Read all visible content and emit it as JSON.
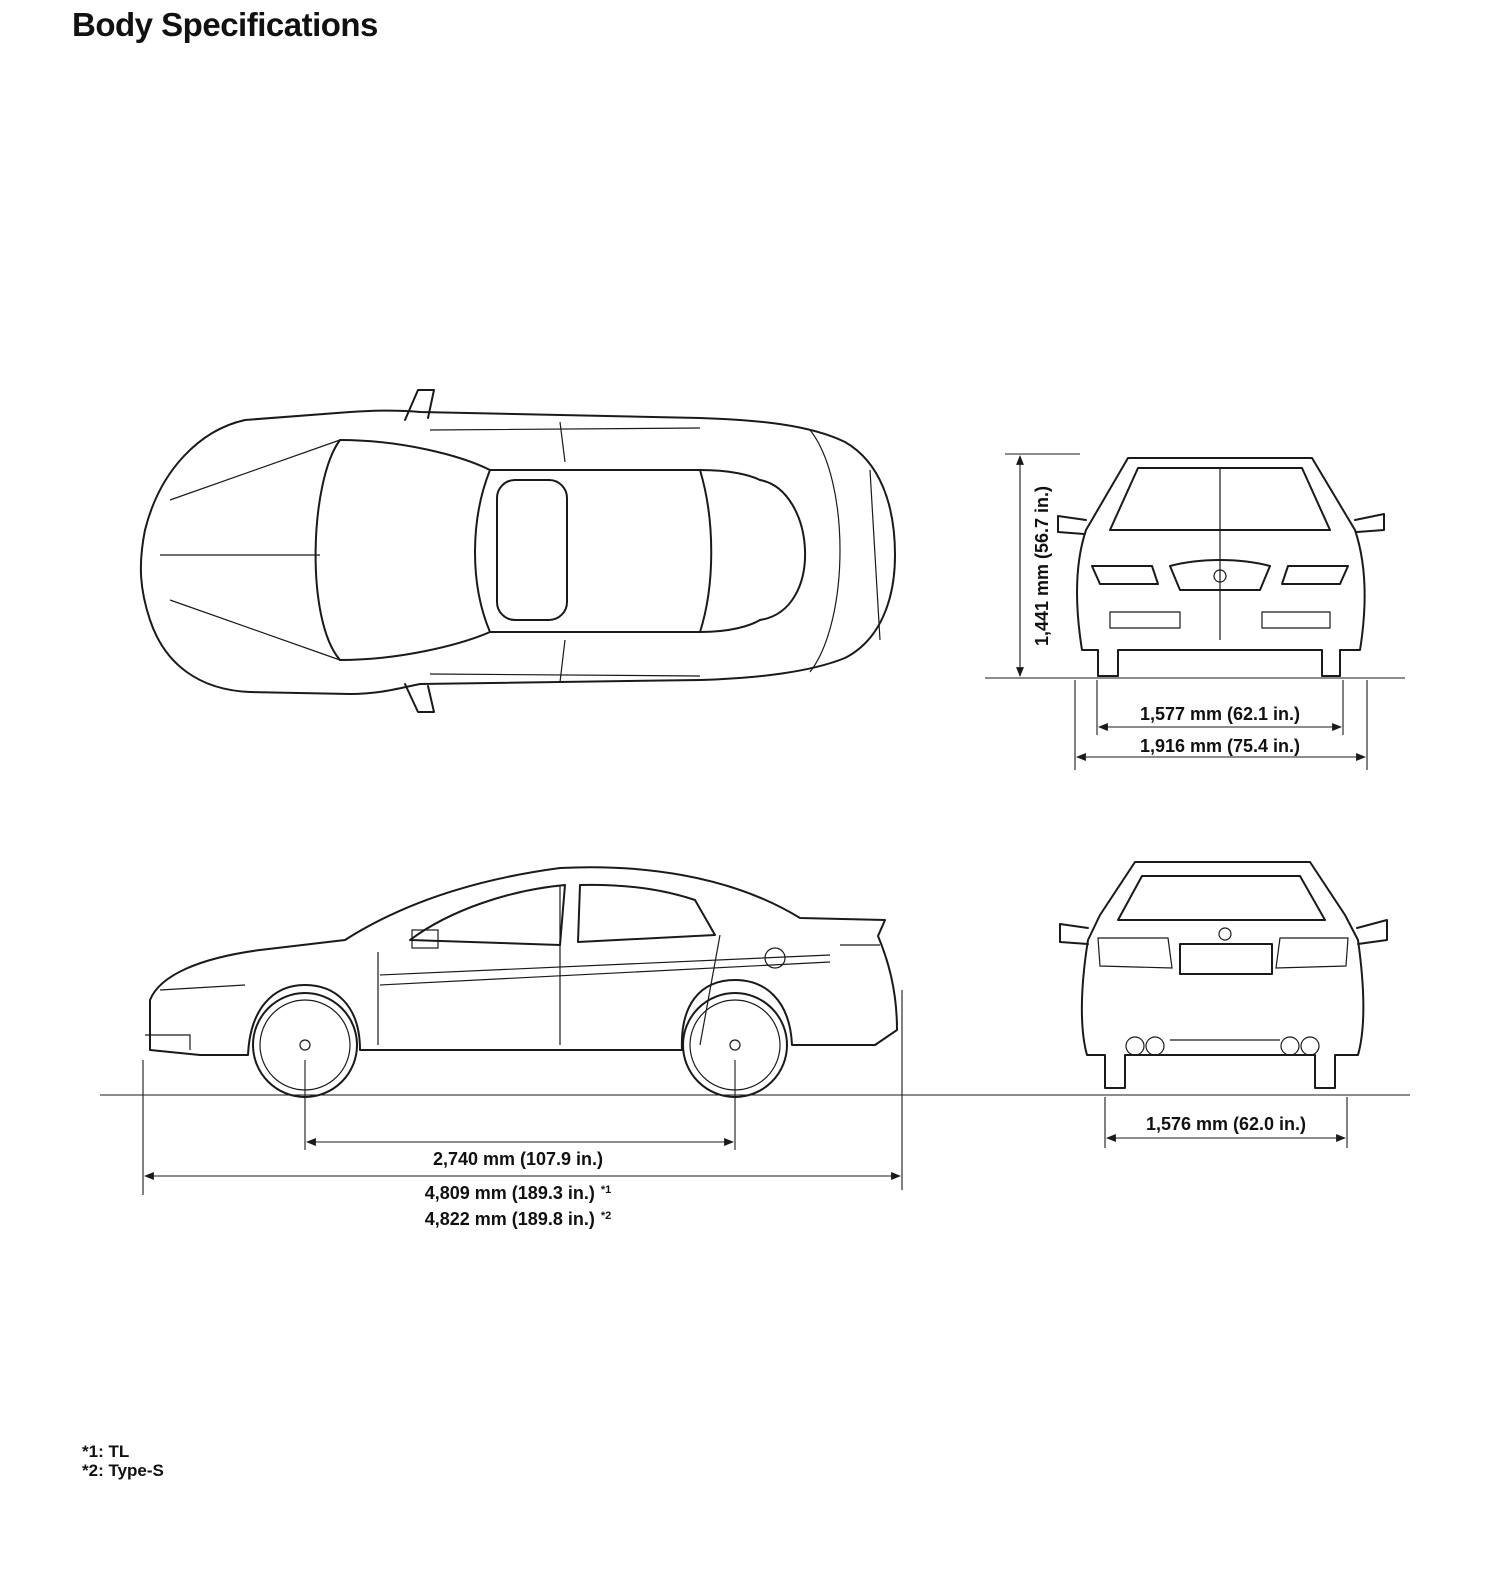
{
  "title": "Body Specifications",
  "dimensions": {
    "height": "1,441 mm (56.7 in.)",
    "front_tread": "1,577 mm (62.1 in.)",
    "overall_width": "1,916 mm (75.4 in.)",
    "rear_tread": "1,576 mm (62.0 in.)",
    "wheelbase": "2,740 mm (107.9 in.)",
    "length_tl": "4,809 mm (189.3 in.)",
    "length_tl_note": "*1",
    "length_type_s": "4,822 mm (189.8 in.)",
    "length_type_s_note": "*2"
  },
  "footnotes": [
    "*1: TL",
    "*2: Type-S"
  ]
}
